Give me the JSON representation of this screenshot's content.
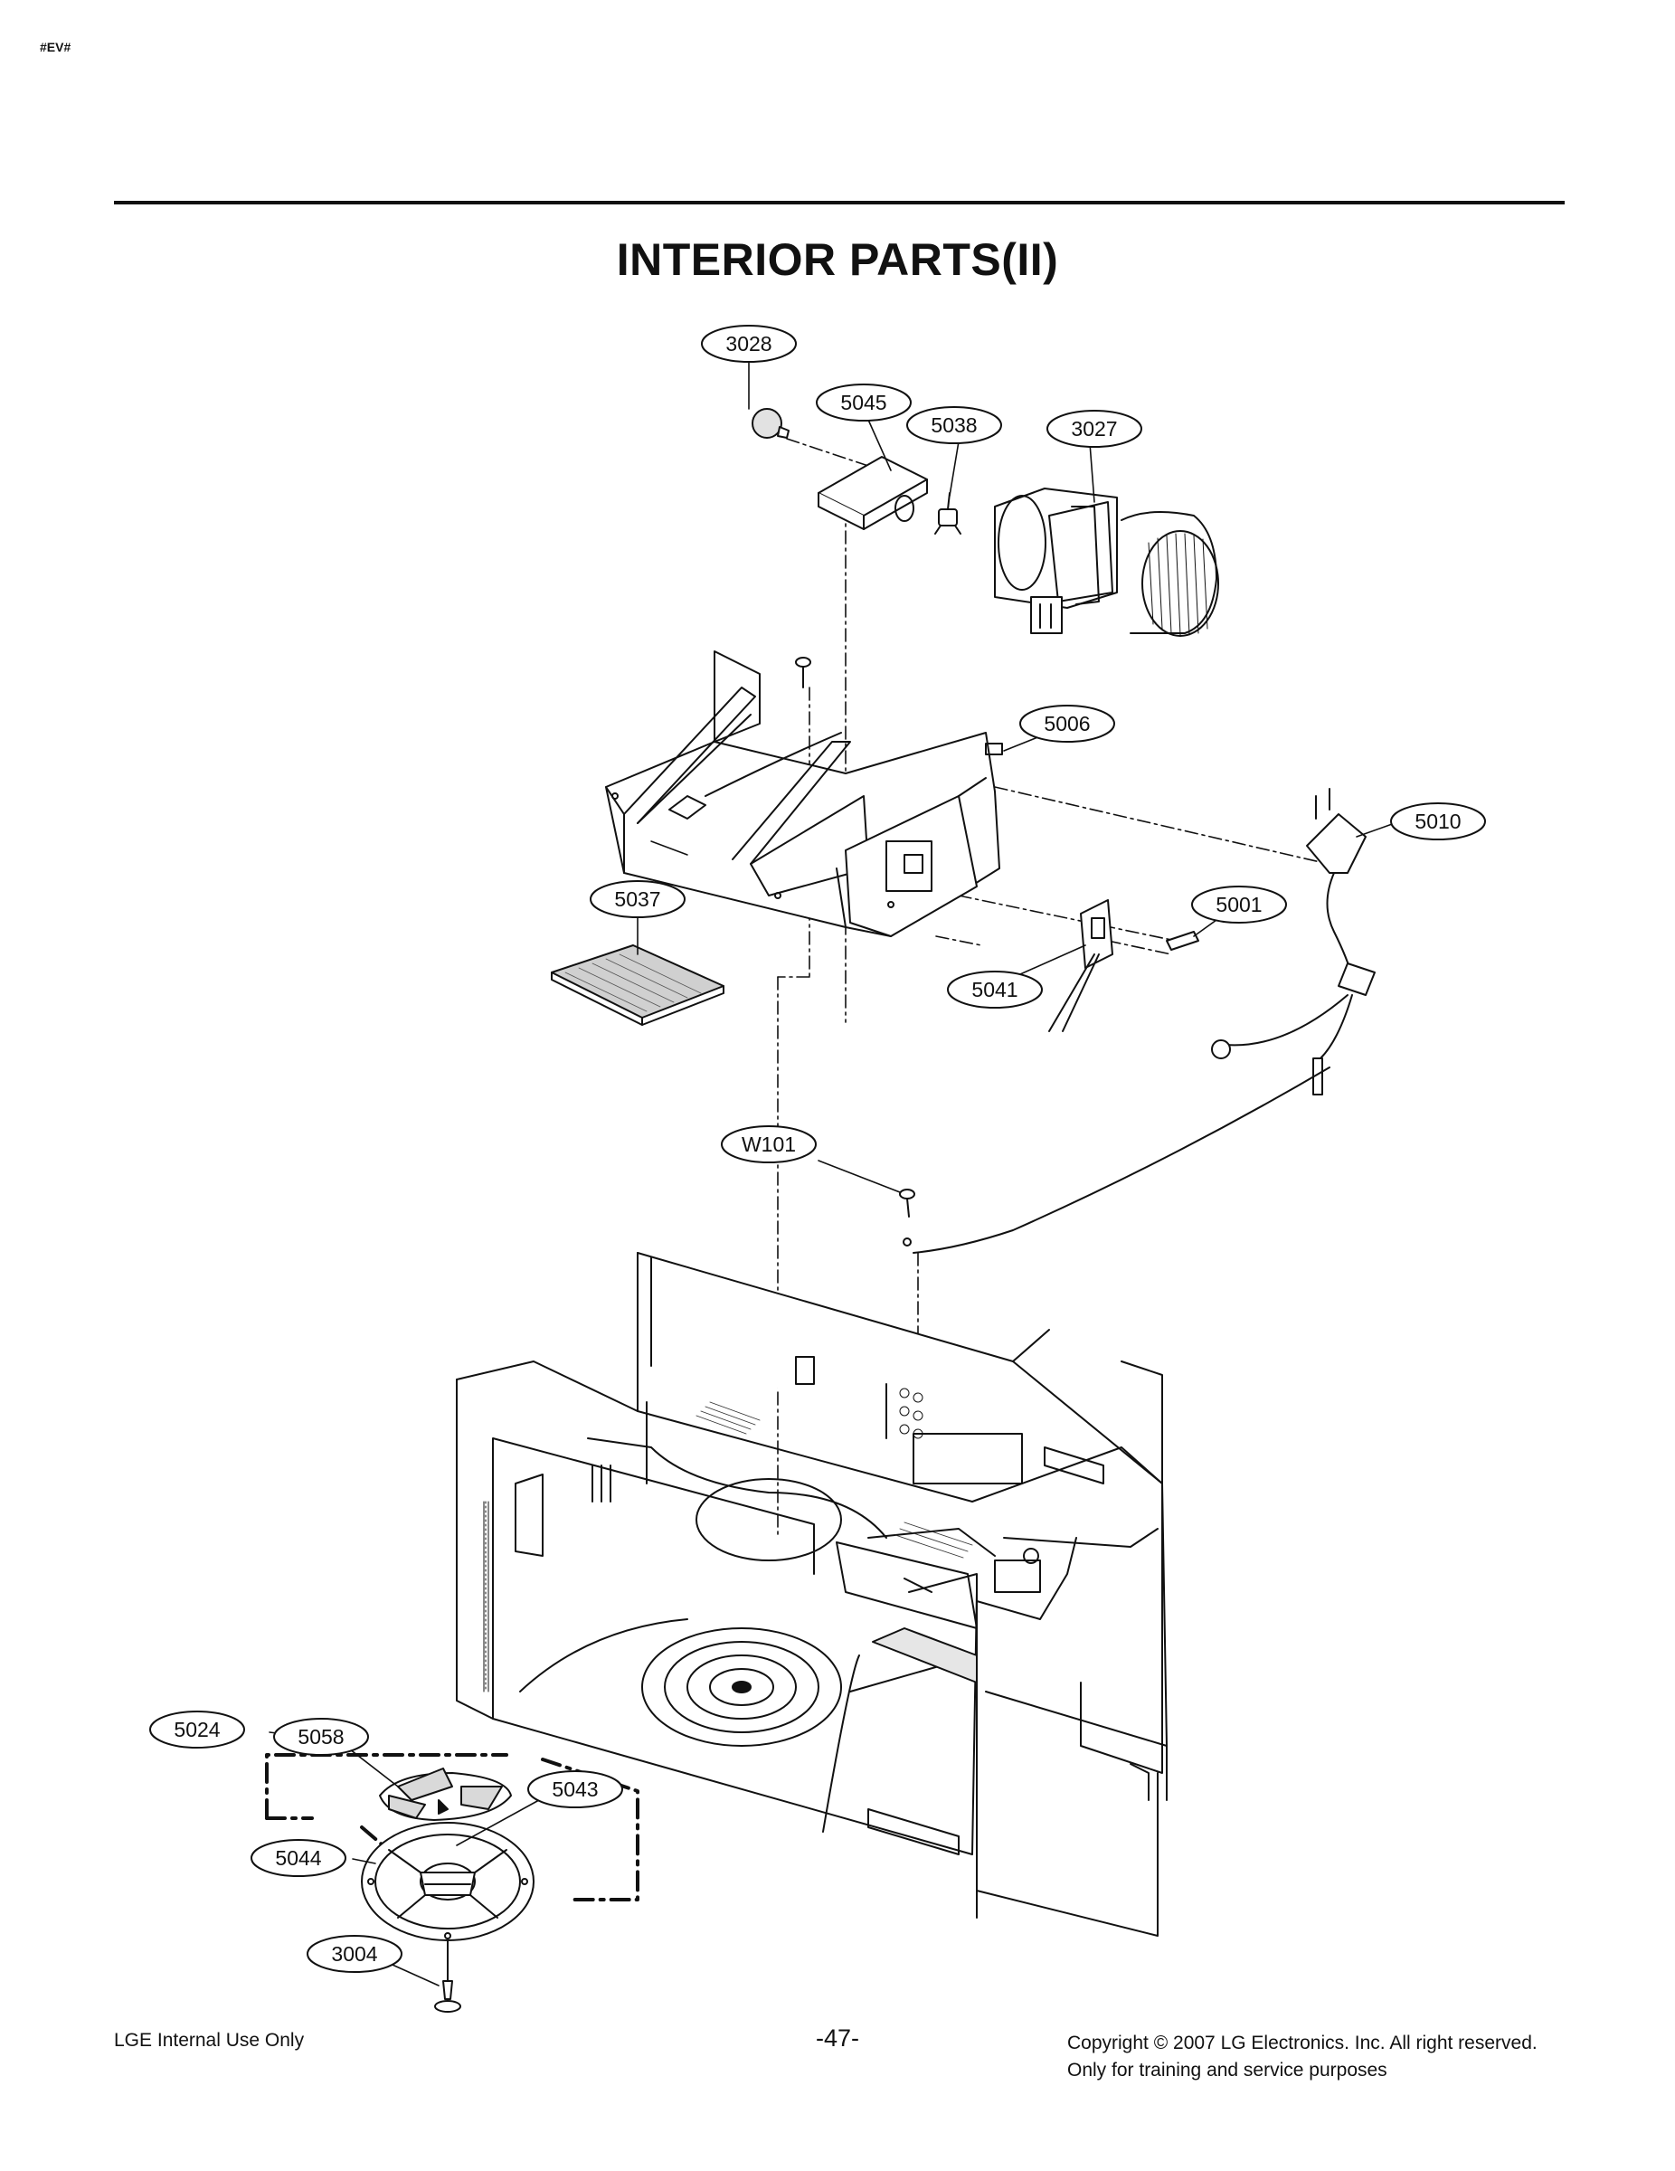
{
  "header": {
    "tag": "#EV#"
  },
  "page": {
    "title": "INTERIOR PARTS(II)"
  },
  "callouts": [
    {
      "id": "c3028",
      "label": "3028"
    },
    {
      "id": "c5045",
      "label": "5045"
    },
    {
      "id": "c5038",
      "label": "5038"
    },
    {
      "id": "c3027",
      "label": "3027"
    },
    {
      "id": "c5006",
      "label": "5006"
    },
    {
      "id": "c5010",
      "label": "5010"
    },
    {
      "id": "c5037",
      "label": "5037"
    },
    {
      "id": "c5001",
      "label": "5001"
    },
    {
      "id": "c5041",
      "label": "5041"
    },
    {
      "id": "cW101",
      "label": "W101"
    },
    {
      "id": "c5024",
      "label": "5024"
    },
    {
      "id": "c5058",
      "label": "5058"
    },
    {
      "id": "c5043",
      "label": "5043"
    },
    {
      "id": "c5044",
      "label": "5044"
    },
    {
      "id": "c3004",
      "label": "3004"
    }
  ],
  "footer": {
    "left": "LGE Internal Use Only",
    "page_number": "-47-",
    "copyright": "Copyright © 2007 LG Electronics. Inc. All right reserved.",
    "note": "Only for training and service purposes"
  }
}
